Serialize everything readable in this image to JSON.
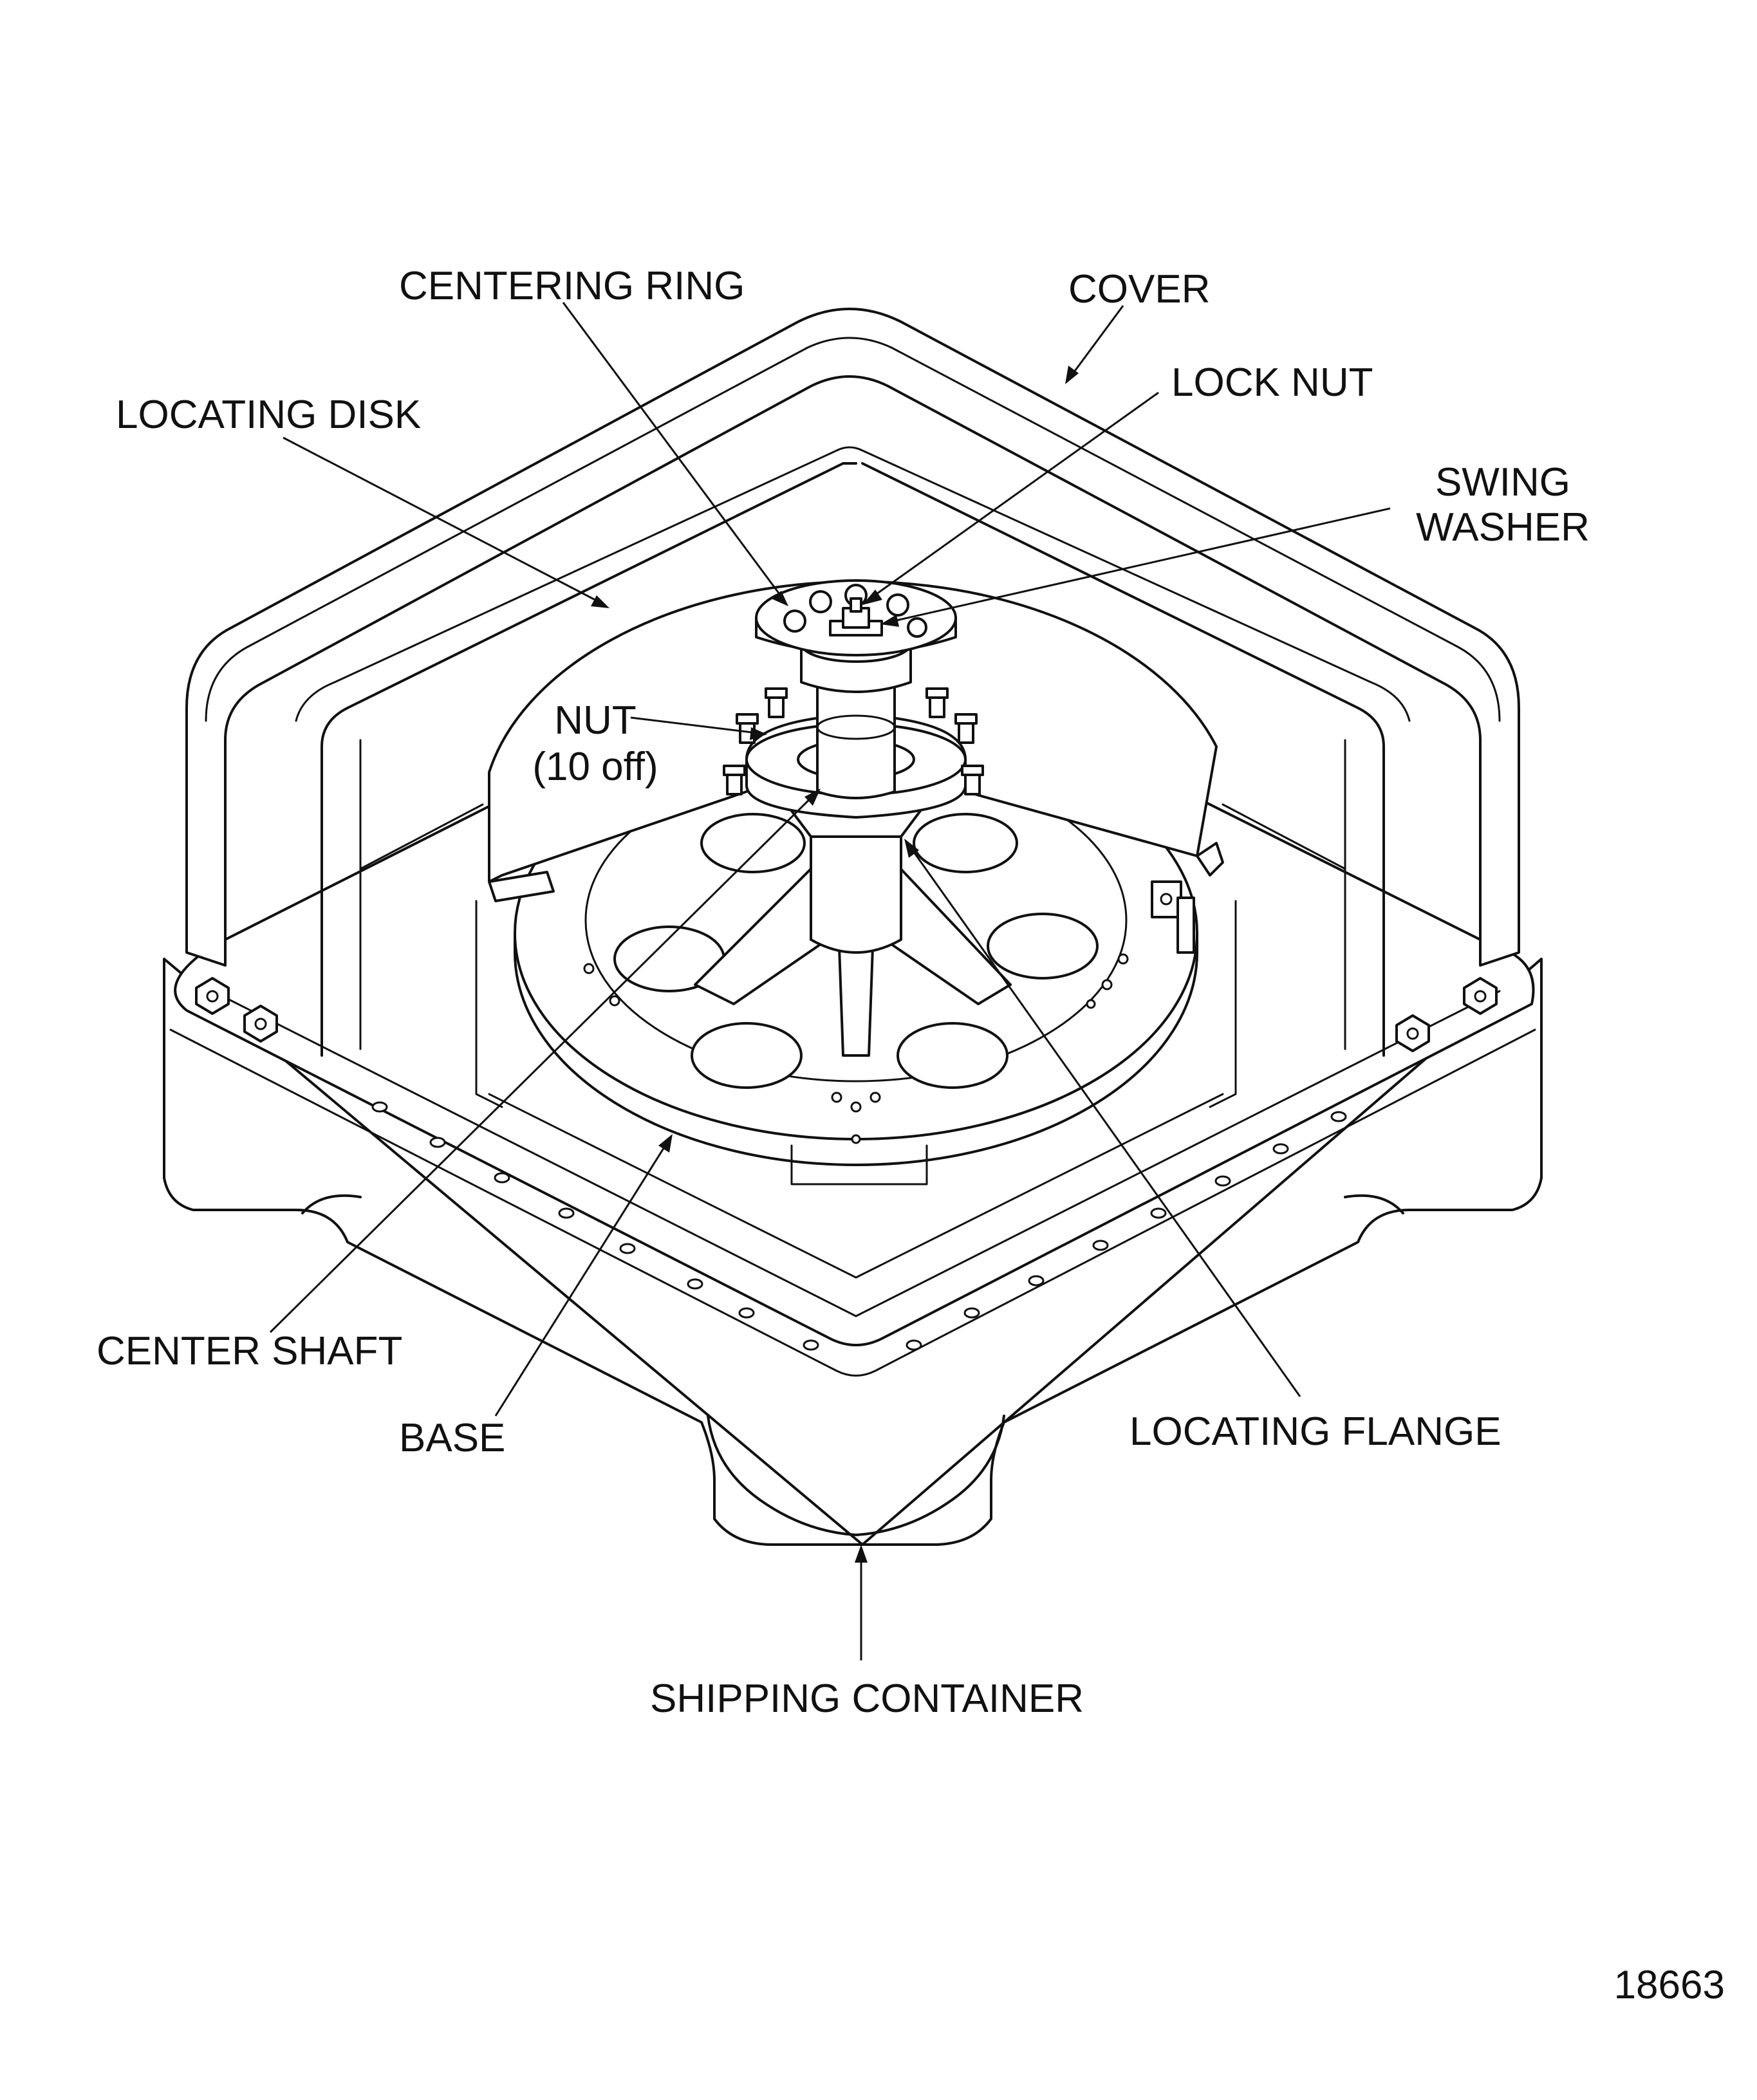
{
  "labels": {
    "centering_ring": "CENTERING RING",
    "cover": "COVER",
    "lock_nut": "LOCK NUT",
    "locating_disk": "LOCATING DISK",
    "swing_washer_line1": "SWING",
    "swing_washer_line2": "WASHER",
    "nut_line1": "NUT",
    "nut_line2": "(10 off)",
    "center_shaft": "CENTER SHAFT",
    "base": "BASE",
    "locating_flange": "LOCATING FLANGE",
    "shipping_container": "SHIPPING CONTAINER"
  },
  "figure_number": "18663",
  "colors": {
    "ink": "#111111",
    "paper": "#ffffff"
  }
}
